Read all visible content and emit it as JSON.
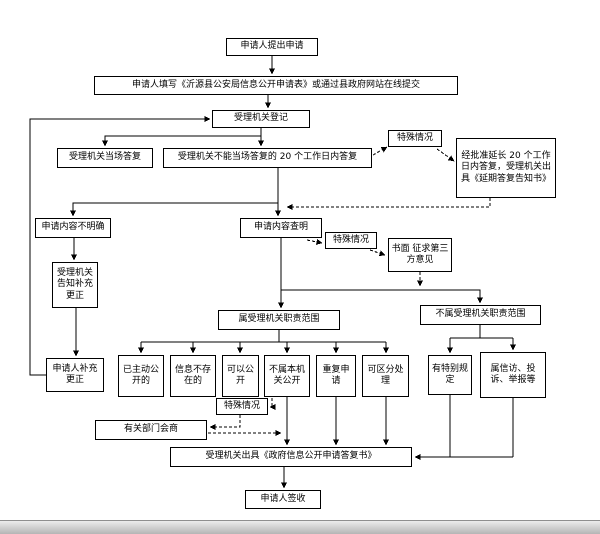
{
  "colors": {
    "line": "#000000",
    "box_border": "#000000",
    "box_background": "#ffffff",
    "page_background": "#ffffff",
    "bottom_bar": "#b5b5b5"
  },
  "nodes": {
    "apply": "申请人提出申请",
    "fill": "申请人填写《沂源县公安局信息公开申请表》或通过县政府网站在线提交",
    "register": "受理机关登记",
    "special1": "特殊情况",
    "onspot": "受理机关当场答复",
    "days20": "受理机关不能当场答复的 20 个工作日内答复",
    "extend": "经批准延长 20 个工作日内答复，受理机关出具《延期答复告知书》",
    "unclear": "申请内容不明确",
    "verify": "申请内容查明",
    "special2": "特殊情况",
    "thirdparty": "书面 征求第三方意见",
    "notify": "受理机关告知补充更正",
    "scope": "属受理机关职责范围",
    "notscope": "不属受理机关职责范围",
    "supplement": "申请人补充更正",
    "b1": "已主动公开的",
    "b2": "信息不存在的",
    "b3": "可以公开",
    "b4": "不属本机关公开",
    "b5": "重复申请",
    "b6": "可区分处理",
    "r1": "有特别规定",
    "r2": "属信访、投诉、举报等",
    "special3": "特殊情况",
    "consult": "有关部门会商",
    "reply": "受理机关出具《政府信息公开申请答复书》",
    "sign": "申请人签收"
  }
}
